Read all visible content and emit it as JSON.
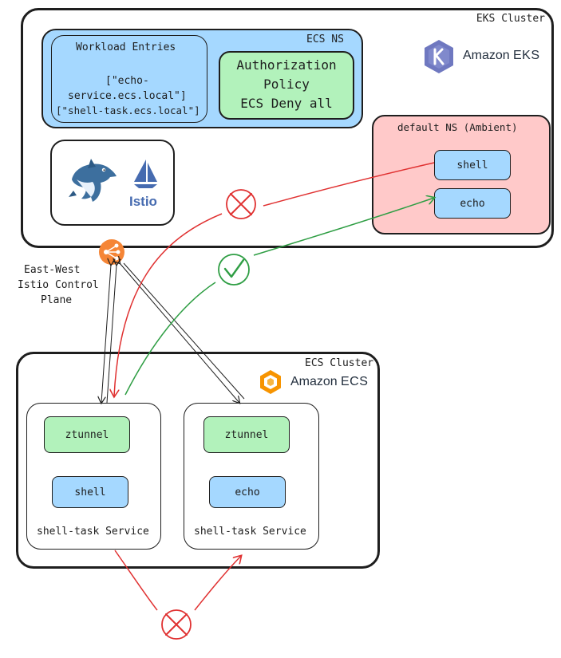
{
  "eks": {
    "cluster_label": "EKS Cluster",
    "brand_prefix": "Amazon",
    "brand_suffix": "EKS",
    "ecs_ns": {
      "label": "ECS NS",
      "workload_entries_title": "Workload Entries",
      "workload_entries_line1": "[\"echo-",
      "workload_entries_line2": "service.ecs.local\"]",
      "workload_entries_line3": "[\"shell-task.ecs.local\"]",
      "auth_policy_line1": "Authorization",
      "auth_policy_line2": "Policy",
      "auth_policy_line3": "ECS Deny all"
    },
    "istio_logo_text": "Istio",
    "default_ns": {
      "label": "default NS (Ambient)",
      "shell": "shell",
      "echo": "echo"
    }
  },
  "east_west": {
    "line1": "East-West",
    "line2": "Istio Control",
    "line3": "Plane"
  },
  "ecs": {
    "cluster_label": "ECS Cluster",
    "brand_prefix": "Amazon",
    "brand_suffix": "ECS",
    "task_left": {
      "ztunnel": "ztunnel",
      "app": "shell",
      "service_label": "shell-task Service"
    },
    "task_right": {
      "ztunnel": "ztunnel",
      "app": "echo",
      "service_label": "shell-task Service"
    }
  },
  "colors": {
    "blue_fill": "#a5d8ff",
    "blue_stroke": "#1971c2",
    "green_fill": "#b2f2bb",
    "pink_fill": "#ffc9c9",
    "red": "#e03131",
    "green": "#2f9e44",
    "eks_blue": "#5b67b0",
    "ecs_orange": "#f79400"
  },
  "icons": [
    "aws-eks-logo-icon",
    "istio-logo-icon",
    "dolphin-mascot-icon",
    "east-west-gateway-icon",
    "deny-x-icon",
    "allow-check-icon",
    "aws-ecs-logo-icon"
  ]
}
